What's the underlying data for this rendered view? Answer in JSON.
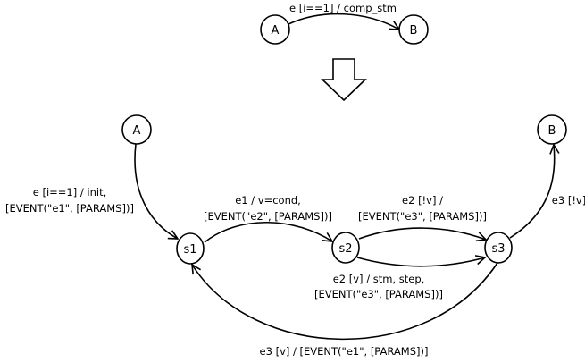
{
  "top": {
    "nodes": [
      {
        "id": "A",
        "label": "A"
      },
      {
        "id": "B",
        "label": "B"
      }
    ],
    "edge_label": "e [i==1] / comp_stm"
  },
  "transform_arrow_icon": "down-arrow-hollow",
  "bottom": {
    "nodes": [
      {
        "id": "A",
        "label": "A"
      },
      {
        "id": "B",
        "label": "B"
      },
      {
        "id": "s1",
        "label": "s1"
      },
      {
        "id": "s2",
        "label": "s2"
      },
      {
        "id": "s3",
        "label": "s3"
      }
    ],
    "edges": [
      {
        "from": "A",
        "to": "s1",
        "label": [
          "e [i==1] / init,",
          "[EVENT(\"e1\", [PARAMS])]"
        ]
      },
      {
        "from": "s1",
        "to": "s2",
        "label": [
          "e1 / v=cond,",
          "[EVENT(\"e2\", [PARAMS])]"
        ]
      },
      {
        "from": "s2",
        "to": "s3",
        "label": [
          "e2 [!v] /",
          "[EVENT(\"e3\", [PARAMS])]"
        ]
      },
      {
        "from": "s2",
        "to": "s3",
        "label": [
          "e2 [v] / stm, step,",
          "[EVENT(\"e3\", [PARAMS])]"
        ]
      },
      {
        "from": "s3",
        "to": "B",
        "label": [
          "e3 [!v]"
        ]
      },
      {
        "from": "s3",
        "to": "s1",
        "label": [
          "e3 [v] / [EVENT(\"e1\", [PARAMS])]"
        ]
      }
    ]
  }
}
